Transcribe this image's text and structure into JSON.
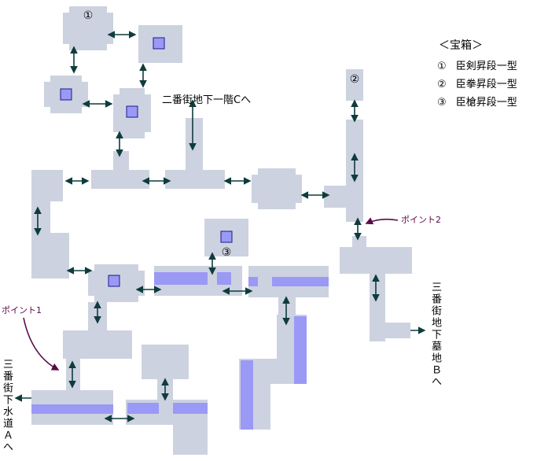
{
  "legend": {
    "title": "＜宝箱＞",
    "items": [
      {
        "marker": "①",
        "text": "臣剣昇段一型"
      },
      {
        "marker": "②",
        "text": "臣拳昇段一型"
      },
      {
        "marker": "③",
        "text": "臣槍昇段一型"
      }
    ]
  },
  "chest_markers": [
    "①",
    "②",
    "③"
  ],
  "exits": {
    "north": "二番街地下一階Cへ",
    "east": "三番街地下墓地Ｂへ",
    "west": "三番街下水道Ａへ"
  },
  "points": {
    "point1": "ポイント1",
    "point2": "ポイント2"
  },
  "colors": {
    "floor": "#cdd2e0",
    "water": "#9a99f5",
    "chest_fill": "#9a99f5",
    "chest_border": "#1a1a8a",
    "arrow": "#0f3c3c",
    "point_arrow": "#5a0a48"
  }
}
